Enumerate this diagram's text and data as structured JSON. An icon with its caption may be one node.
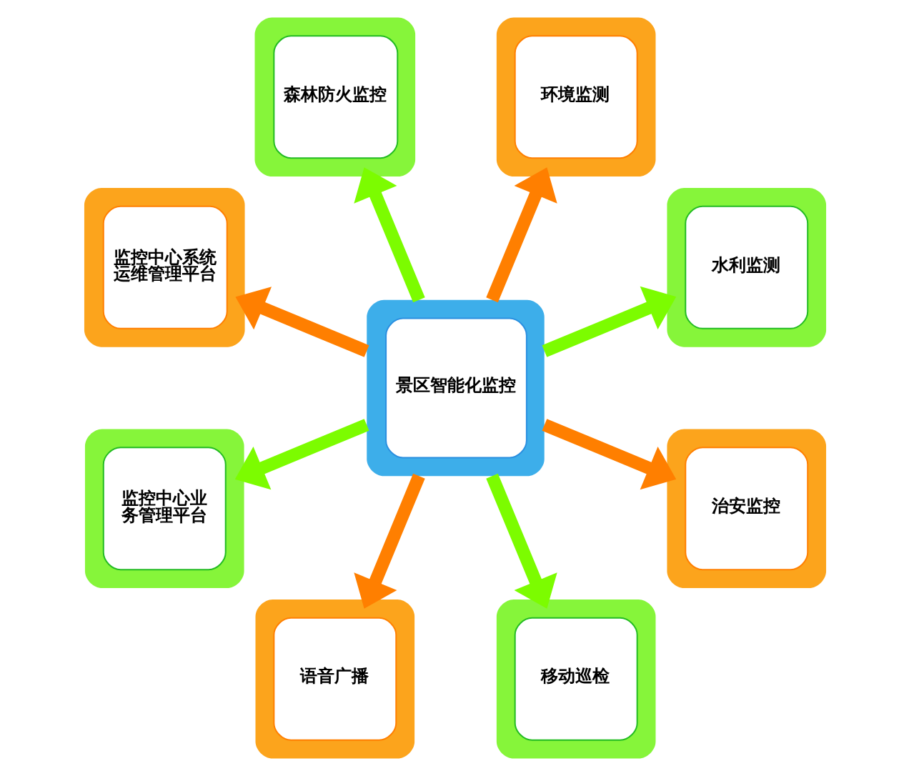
{
  "diagram": {
    "nodes": [
      {
        "text": [
          "森林防火监控"
        ]
      },
      {
        "text": [
          "环境监测"
        ]
      },
      {
        "text": [
          "水利监测"
        ]
      },
      {
        "text": [
          "监控中心系统运维管理平台"
        ]
      },
      {
        "text": [
          "景区智能化监控"
        ]
      },
      {
        "text": [
          "治安监控"
        ]
      },
      {
        "text": [
          "监控中心业务管理平台"
        ]
      },
      {
        "text": [
          "语音广播"
        ]
      },
      {
        "text": [
          "移动巡检"
        ]
      }
    ],
    "edges": [
      {
        "from": 4,
        "to": 1,
        "arrow": "to",
        "color": "#ff7f00"
      },
      {
        "from": 4,
        "to": 2,
        "arrow": "to",
        "color": "#7cfc00"
      },
      {
        "from": 4,
        "to": 5,
        "arrow": "to",
        "color": "#ff7f00"
      },
      {
        "from": 4,
        "to": 8,
        "arrow": "to",
        "color": "#7cfc00"
      },
      {
        "from": 4,
        "to": 7,
        "arrow": "to",
        "color": "#ff7f00"
      },
      {
        "from": 4,
        "to": 6,
        "arrow": "to",
        "color": "#7cfc00"
      },
      {
        "from": 4,
        "to": 3,
        "arrow": "to",
        "color": "#ff7f00"
      },
      {
        "from": 4,
        "to": 0,
        "arrow": "to",
        "color": "#7cfc00"
      }
    ]
  }
}
